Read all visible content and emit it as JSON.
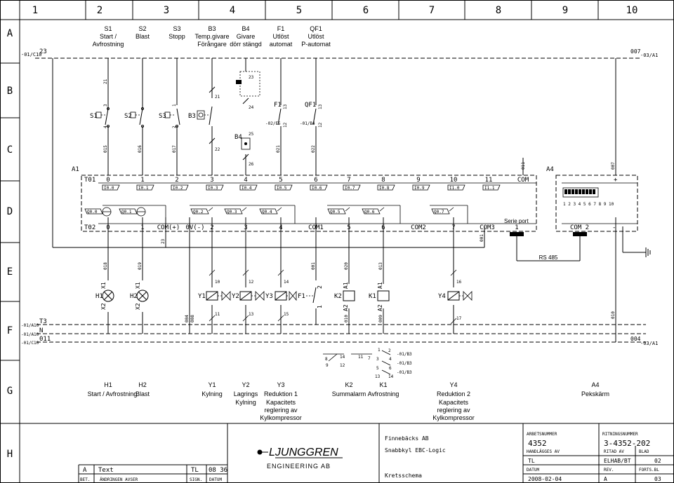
{
  "frame": {
    "columns": [
      "1",
      "2",
      "3",
      "4",
      "5",
      "6",
      "7",
      "8",
      "9",
      "10"
    ],
    "rows": [
      "A",
      "B",
      "C",
      "D",
      "E",
      "F",
      "G",
      "H"
    ]
  },
  "top_labels": [
    {
      "id": "S1",
      "line2": "Start /",
      "line3": "Avfrostning"
    },
    {
      "id": "S2",
      "line2": "Blast",
      "line3": ""
    },
    {
      "id": "S3",
      "line2": "Stopp",
      "line3": ""
    },
    {
      "id": "B3",
      "line2": "Temp.givare",
      "line3": "Förångare"
    },
    {
      "id": "B4",
      "line2": "Givare",
      "line3": "dörr stängd"
    },
    {
      "id": "F1",
      "line2": "Utlöst",
      "line3": "automat"
    },
    {
      "id": "QF1",
      "line2": "Utlöst",
      "line3": "P-automat"
    }
  ],
  "wires": {
    "top_left_num": "23",
    "top_left_ref": "-01/C10",
    "top_right_num": "007",
    "top_right_ref": "-03/A1",
    "bottom_right_num": "004",
    "bottom_right_ref": "-03/A1",
    "left_rows": [
      {
        "name": "T3",
        "ref": "-01/A10"
      },
      {
        "name": "N",
        "ref": "-01/A10"
      },
      {
        "name": "011",
        "ref": "-01/C10"
      }
    ],
    "numbers_top": [
      "21",
      "015",
      "016",
      "017",
      "021",
      "022",
      "011",
      "007"
    ],
    "numbers_mid": [
      "018",
      "019",
      "23",
      "001",
      "020",
      "013",
      "001",
      "010"
    ],
    "numbers_low": [
      "004",
      "008",
      "010",
      "009",
      "010"
    ]
  },
  "switch_labels": [
    "S1",
    "S2",
    "S3",
    "B3",
    "B4",
    "F1",
    "QF1"
  ],
  "contact_numbers": [
    "21",
    "22",
    "23",
    "24",
    "25",
    "26",
    "13",
    "14",
    "11",
    "12",
    "3",
    "4",
    "1",
    "2"
  ],
  "cross_refs": [
    "-02/E5",
    "-01/B4"
  ],
  "plc": {
    "name": "A1",
    "t01": "T01",
    "t02": "T02",
    "inputs_terminals": [
      "0",
      "1",
      "2",
      "3",
      "4",
      "5",
      "6",
      "7",
      "8",
      "9",
      "10",
      "11",
      "COM"
    ],
    "inputs": [
      "I0.0",
      "I0.1",
      "I0.2",
      "I0.3",
      "I0.4",
      "I0.5",
      "I0.6",
      "I0.7",
      "I0.8",
      "I0.9",
      "I1.0",
      "I1.1"
    ],
    "outputs": [
      "Q0.0",
      "Q0.1",
      "Q0.2",
      "Q0.3",
      "Q0.4",
      "Q0.5",
      "Q0.6",
      "Q0.7"
    ],
    "output_terminals": [
      "0",
      "1",
      "COM(+)",
      "0V(-)",
      "2",
      "3",
      "4",
      "COM1",
      "5",
      "6",
      "COM2",
      "7",
      "COM3",
      "1"
    ],
    "serial_port": "Serie port"
  },
  "display": {
    "name": "A4",
    "com": "COM 2",
    "plus": "+",
    "minus": "-",
    "dip_numbers": "1 2 3 4 5 6 7 8 9 10",
    "rs485": "RS 485"
  },
  "components": [
    {
      "id": "H1",
      "kind": "lamp",
      "pin1": "X1",
      "pin2": "X2"
    },
    {
      "id": "H2",
      "kind": "lamp",
      "pin1": "X1",
      "pin2": "X2"
    },
    {
      "id": "Y1",
      "kind": "valve",
      "pin1": "10",
      "pin2": "11"
    },
    {
      "id": "Y2",
      "kind": "valve",
      "pin1": "12",
      "pin2": "13"
    },
    {
      "id": "Y3",
      "kind": "valve",
      "pin1": "14",
      "pin2": "15"
    },
    {
      "id": "F1",
      "kind": "breaker",
      "pin1": "2",
      "pin2": "1"
    },
    {
      "id": "K2",
      "kind": "relay",
      "pin1": "A1",
      "pin2": "A2"
    },
    {
      "id": "K1",
      "kind": "relay",
      "pin1": "A1",
      "pin2": "A2"
    },
    {
      "id": "Y4",
      "kind": "valve",
      "pin1": "16",
      "pin2": "17"
    }
  ],
  "contact_refs": {
    "k2": {
      "a": "8",
      "b": "14",
      "c": "11",
      "d": "7",
      "e": "9",
      "f": "12"
    },
    "k1": {
      "l1": "1",
      "l2": "2",
      "l3": "3",
      "l4": "4",
      "l5": "5",
      "l6": "6",
      "l7": "13",
      "l8": "14"
    },
    "refs": [
      "-01/B3",
      "-01/B3",
      "-01/B3"
    ]
  },
  "bottom_labels": [
    {
      "id": "H1",
      "lines": [
        "Start / Avfrostning"
      ]
    },
    {
      "id": "H2",
      "lines": [
        "Blast"
      ]
    },
    {
      "id": "Y1",
      "lines": [
        "Kylning"
      ]
    },
    {
      "id": "Y2",
      "lines": [
        "Lagrings",
        "Kylning"
      ]
    },
    {
      "id": "Y3",
      "lines": [
        "Reduktion 1",
        "Kapacitets",
        "reglering av",
        "Kylkompressor"
      ]
    },
    {
      "id": "K2",
      "lines": [
        "Summalarm"
      ]
    },
    {
      "id": "K1",
      "lines": [
        "Avfrostning"
      ]
    },
    {
      "id": "Y4",
      "lines": [
        "Reduktion 2",
        "Kapacitets",
        "reglering av",
        "Kylkompressor"
      ]
    },
    {
      "id": "A4",
      "lines": [
        "Pekskärm"
      ]
    }
  ],
  "title_block": {
    "rev_letter": "A",
    "rev_text": "Text",
    "rev_sign": "TL",
    "rev_date": "08 36",
    "hdr_bet": "BET.",
    "hdr_change": "ÄNDRINGEN AVSER",
    "hdr_sign": "SIGN.",
    "hdr_date": "DATUM",
    "logo": "LJUNGGREN",
    "logo_sub": "ENGINEERING AB",
    "company": "Finnebäcks AB",
    "project": "Snabbkyl EBC-Logic",
    "doc": "Kretsschema",
    "arb_label": "ARBETSNUMMER",
    "arb_value": "4352",
    "rit_label": "RITNINGSNUMMER",
    "rit_value": "3-4352-202",
    "hand_label": "HANDLÄGGES AV",
    "hand_value": "TL",
    "ritad_label": "RITAD AV",
    "ritad_value": "ELHAB/BT",
    "blad_label": "BLAD",
    "blad_value": "02",
    "datum_label": "DATUM",
    "datum_value": "2008-02-04",
    "rev_label": "REV.",
    "rev_value": "A",
    "forts_label": "FORTS.BL",
    "forts_value": "03"
  }
}
